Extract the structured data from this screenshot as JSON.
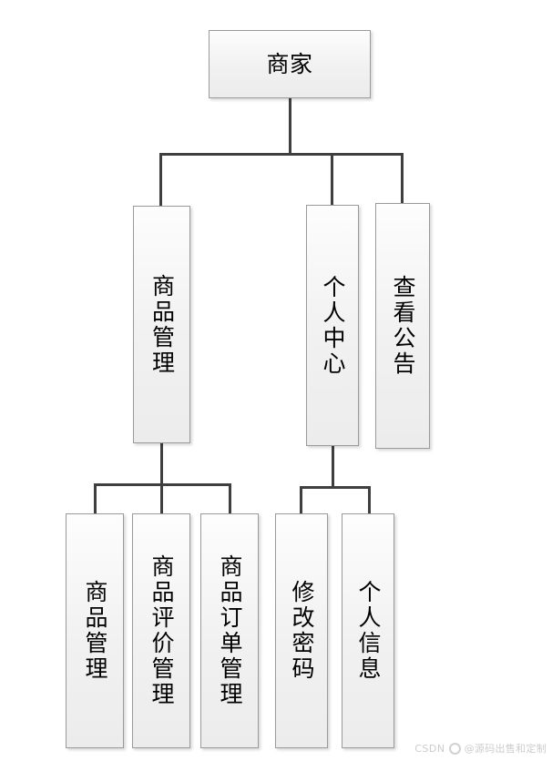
{
  "diagram": {
    "type": "tree-hierarchy",
    "title": "商家",
    "orientation": "top-down",
    "background_color": "#ffffff",
    "box_border_color": "#9a9a9a",
    "box_fill_color": "#f1f1f1",
    "line_color": "#3f3f3f",
    "text_color": "#000000",
    "levels": 3,
    "nodes": {
      "root": {
        "id": "merchant",
        "label": "商家",
        "level": 1
      },
      "level2": [
        {
          "id": "product-management",
          "label": "商品管理",
          "level": 2
        },
        {
          "id": "personal-center",
          "label": "个人中心",
          "level": 2
        },
        {
          "id": "view-announcement",
          "label": "查看公告",
          "level": 2
        }
      ],
      "level3_product": [
        {
          "id": "product-manage",
          "label": "商品管理",
          "level": 3,
          "parent": "product-management"
        },
        {
          "id": "product-review-manage",
          "label": "商品评价管理",
          "level": 3,
          "parent": "product-management"
        },
        {
          "id": "product-order-manage",
          "label": "商品订单管理",
          "level": 3,
          "parent": "product-management"
        }
      ],
      "level3_personal": [
        {
          "id": "change-password",
          "label": "修改密码",
          "level": 3,
          "parent": "personal-center"
        },
        {
          "id": "personal-info",
          "label": "个人信息",
          "level": 3,
          "parent": "personal-center"
        }
      ]
    },
    "edges": [
      {
        "from": "merchant",
        "to": "product-management"
      },
      {
        "from": "merchant",
        "to": "personal-center"
      },
      {
        "from": "merchant",
        "to": "view-announcement"
      },
      {
        "from": "product-management",
        "to": "product-manage"
      },
      {
        "from": "product-management",
        "to": "product-review-manage"
      },
      {
        "from": "product-management",
        "to": "product-order-manage"
      },
      {
        "from": "personal-center",
        "to": "change-password"
      },
      {
        "from": "personal-center",
        "to": "personal-info"
      }
    ]
  },
  "watermark": {
    "brand": "CSDN",
    "text": "@源码出售和定制",
    "icon": "csdn-logo-icon"
  }
}
